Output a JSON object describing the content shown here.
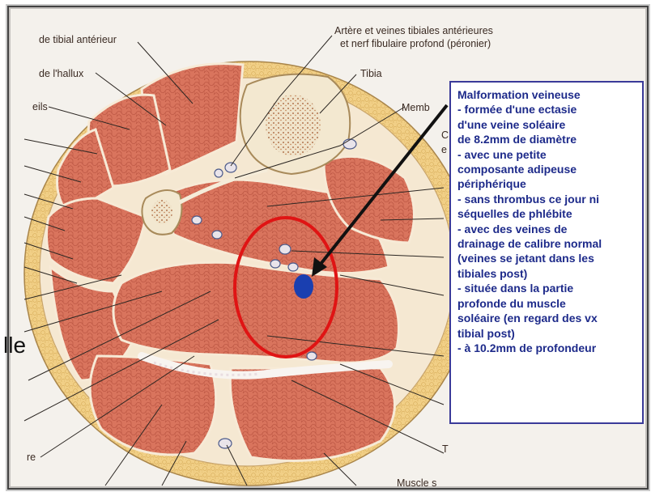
{
  "labels": {
    "tibial_anterieur": "de tibial antérieur",
    "hallux": "de l'hallux",
    "orteils_fragment": "eils",
    "arteres_line1": "Artère et veines tibiales antérieures",
    "arteres_line2": "et nerf fibulaire profond (péronier)",
    "tibia": "Tibia",
    "membrane_fragment": "Memb",
    "c_fragment": "C",
    "e_fragment": "e",
    "re_fragment": "re",
    "muscle_fragment": "Muscle s",
    "t_fragment": "T",
    "elle_fragment": "lle"
  },
  "annotation": {
    "title": "Malformation veineuse",
    "lines": [
      "- formée d'une ectasie",
      "d'une veine soléaire",
      "de 8.2mm de diamètre",
      "- avec une petite",
      "composante adipeuse",
      "périphérique",
      "- sans thrombus ce jour ni",
      "séquelles de phlébite",
      "- avec des veines de",
      "drainage de calibre normal",
      "(veines se jetant dans les",
      "tibiales post)",
      "- située dans la partie",
      "profonde du muscle",
      "soléaire (en regard des vx",
      "tibial post)",
      "- à 10.2mm de profondeur"
    ]
  },
  "colors": {
    "muscle": "#d8705a",
    "fascia": "#f3e4cc",
    "skin": "#f2d08a",
    "bone": "#f4ead2",
    "highlight_circle": "#e01414",
    "lesion_dot": "#1a3fb0",
    "annotation_text": "#1d2a8a",
    "annotation_border": "#3a3a99"
  }
}
